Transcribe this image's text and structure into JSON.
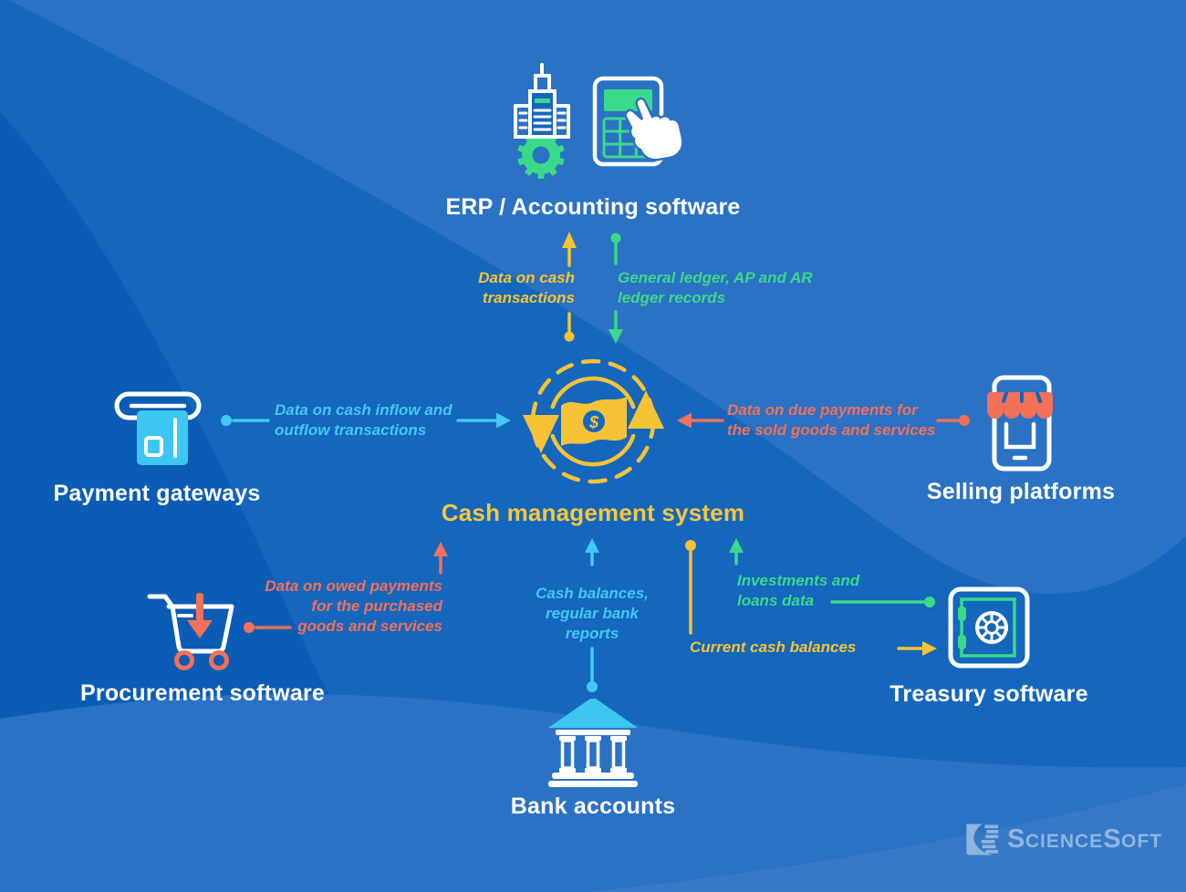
{
  "title": "Cash management system integration diagram",
  "colors": {
    "background_base": "#1467BD",
    "background_light_wave": "#2B72C4",
    "background_dark_wave": "#0B5CB5",
    "yellow": "#F7C330",
    "green": "#3BD98A",
    "cyan": "#45C8F1",
    "coral": "#F37059",
    "white": "#FFFFFF",
    "cms_title_color": "#F9C63C",
    "logo_color": "#8FB5DF"
  },
  "center": {
    "title": "Cash management system",
    "currency_symbol": "$",
    "icon": "cash-cycle-icon"
  },
  "nodes": {
    "erp": {
      "label": "ERP / Accounting software",
      "icon": "erp-building-calculator-icon"
    },
    "payment_gateways": {
      "label": "Payment gateways",
      "icon": "atm-card-icon"
    },
    "selling_platforms": {
      "label": "Selling platforms",
      "icon": "storefront-phone-icon"
    },
    "procurement": {
      "label": "Procurement software",
      "icon": "shopping-cart-icon"
    },
    "treasury": {
      "label": "Treasury software",
      "icon": "safe-icon"
    },
    "bank_accounts": {
      "label": "Bank accounts",
      "icon": "bank-building-icon"
    }
  },
  "flows": {
    "erp_to_cms": {
      "lines": [
        "Data on cash",
        "transactions"
      ],
      "color": "#F7C330"
    },
    "cms_to_erp": {
      "lines": [
        "General ledger, AP and AR",
        "ledger records"
      ],
      "color": "#3BD98A"
    },
    "payment_to_cms": {
      "lines": [
        "Data on cash inflow and",
        "outflow transactions"
      ],
      "color": "#45C8F1"
    },
    "selling_to_cms": {
      "lines": [
        "Data on due payments for",
        "the sold goods and services"
      ],
      "color": "#F37059"
    },
    "procurement_to_cms": {
      "lines": [
        "Data on owed payments",
        "for the purchased",
        "goods and services"
      ],
      "color": "#F37059"
    },
    "bank_to_cms": {
      "lines": [
        "Cash balances,",
        "regular bank",
        "reports"
      ],
      "color": "#45C8F1"
    },
    "treasury_to_cms": {
      "lines": [
        "Investments and",
        "loans data"
      ],
      "color": "#3BD98A"
    },
    "cms_to_treasury": {
      "lines": [
        "Current cash balances"
      ],
      "color": "#F7C330"
    }
  },
  "logo": {
    "brand": "ScienceSoft",
    "parts": [
      "S",
      "cience",
      "S",
      "oft"
    ]
  }
}
